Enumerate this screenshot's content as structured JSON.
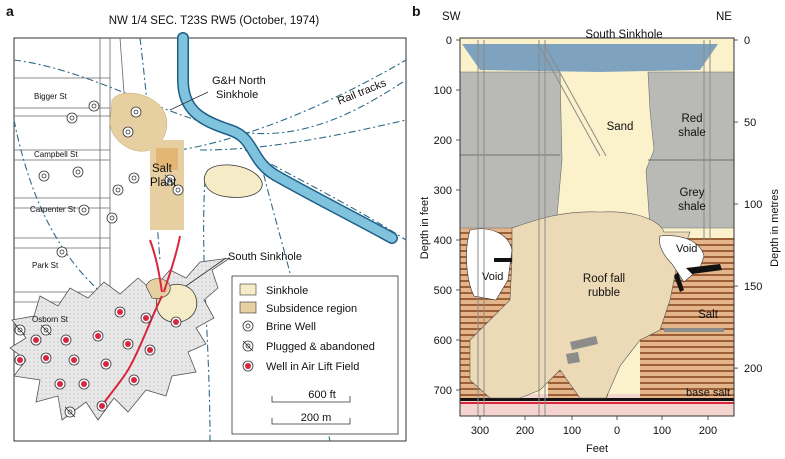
{
  "panel_a": {
    "letter": "a",
    "title": "NW 1/4 SEC. T23S RW5 (October, 1974)",
    "streets": [
      "Bigger St",
      "Campbell St",
      "Carpenter St",
      "Park St",
      "Osborn St"
    ],
    "labels": {
      "gh_north_line1": "G&H North",
      "gh_north_line2": "Sinkhole",
      "salt_line1": "Salt",
      "salt_line2": "Plant",
      "rail": "Rail tracks",
      "south_sinkhole": "South Sinkhole"
    },
    "legend": {
      "items": [
        "Sinkhole",
        "Subsidence region",
        "Brine Well",
        "Plugged & abandoned",
        "Well in Air Lift Field"
      ],
      "scale_ft": "600 ft",
      "scale_m": "200 m"
    }
  },
  "panel_b": {
    "letter": "b",
    "sw": "SW",
    "ne": "NE",
    "title": "South Sinkhole",
    "labels": {
      "sand": "Sand",
      "red_line1": "Red",
      "red_line2": "shale",
      "grey_line1": "Grey",
      "grey_line2": "shale",
      "void_left": "Void",
      "void_right": "Void",
      "roof_line1": "Roof fall",
      "roof_line2": "rubble",
      "salt": "Salt",
      "base_salt": "base salt"
    },
    "left_axis_title": "Depth in feet",
    "left_ticks": [
      "0",
      "100",
      "200",
      "300",
      "400",
      "500",
      "600",
      "700"
    ],
    "right_axis_title": "Depth in metres",
    "right_ticks": [
      "0",
      "50",
      "100",
      "150",
      "200"
    ],
    "x_axis_title": "Feet",
    "x_ticks": [
      "300",
      "200",
      "100",
      "0",
      "100",
      "200"
    ]
  },
  "colors": {
    "sinkhole": "#f5ebc7",
    "subsidence": "#e6cfa0",
    "water_blue": "#7fc3df",
    "grey_shale": "#b9b9b6",
    "rubble": "#ecd9b6",
    "salt_brown": "#c98f5e",
    "red_line": "#d7263d",
    "rail_dash": "#2f6b8a"
  }
}
